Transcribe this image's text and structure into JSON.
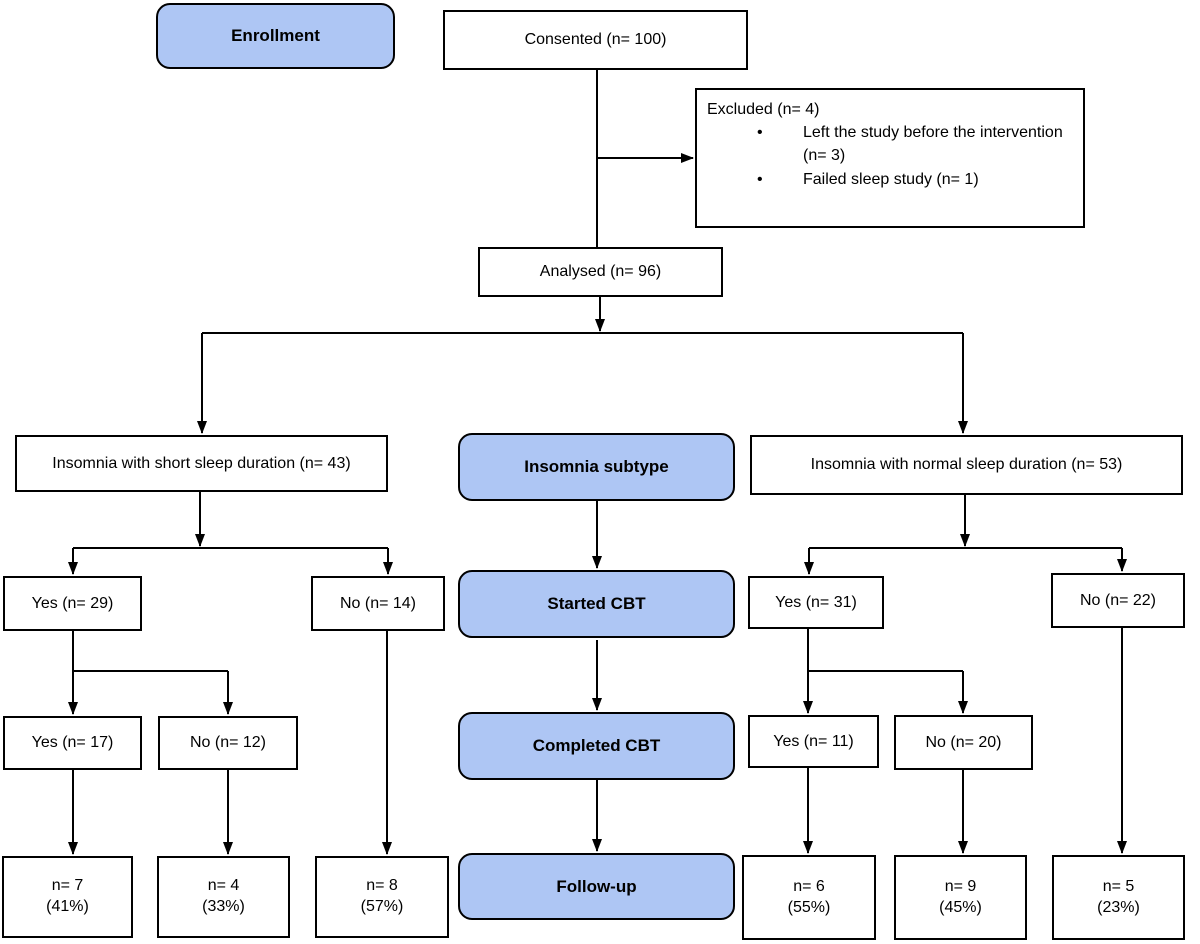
{
  "colors": {
    "stage_fill": "#aec6f4",
    "box_background": "#ffffff",
    "border": "#000000",
    "line": "#000000"
  },
  "nodes": {
    "enrollment": {
      "label": "Enrollment"
    },
    "consented": {
      "label": "Consented (n= 100)"
    },
    "excluded": {
      "title": "Excluded (n= 4)",
      "bullet_glyph": "•",
      "items": [
        "Left the study before the intervention (n= 3)",
        "Failed sleep study (n= 1)"
      ]
    },
    "analysed": {
      "label": "Analysed (n= 96)"
    },
    "short_sleep": {
      "label": "Insomnia with short sleep duration (n= 43)"
    },
    "subtype": {
      "label": "Insomnia subtype"
    },
    "normal_sleep": {
      "label": "Insomnia with normal sleep duration (n= 53)"
    },
    "started_cbt": {
      "label": "Started CBT"
    },
    "short_started_yes": {
      "label": "Yes (n= 29)"
    },
    "short_started_no": {
      "label": "No (n= 14)"
    },
    "normal_started_yes": {
      "label": "Yes (n= 31)"
    },
    "normal_started_no": {
      "label": "No (n= 22)"
    },
    "completed_cbt": {
      "label": "Completed CBT"
    },
    "short_completed_yes": {
      "label": "Yes (n= 17)"
    },
    "short_completed_no": {
      "label": "No (n= 12)"
    },
    "normal_completed_yes": {
      "label": "Yes (n= 11)"
    },
    "normal_completed_no": {
      "label": "No (n= 20)"
    },
    "followup": {
      "label": "Follow-up"
    },
    "outcome_short_yes": {
      "n": "n= 7",
      "pct": "(41%)"
    },
    "outcome_short_no": {
      "n": "n= 4",
      "pct": "(33%)"
    },
    "outcome_short_nostart": {
      "n": "n= 8",
      "pct": "(57%)"
    },
    "outcome_normal_yes": {
      "n": "n= 6",
      "pct": "(55%)"
    },
    "outcome_normal_no": {
      "n": "n= 9",
      "pct": "(45%)"
    },
    "outcome_normal_nostart": {
      "n": "n= 5",
      "pct": "(23%)"
    }
  }
}
